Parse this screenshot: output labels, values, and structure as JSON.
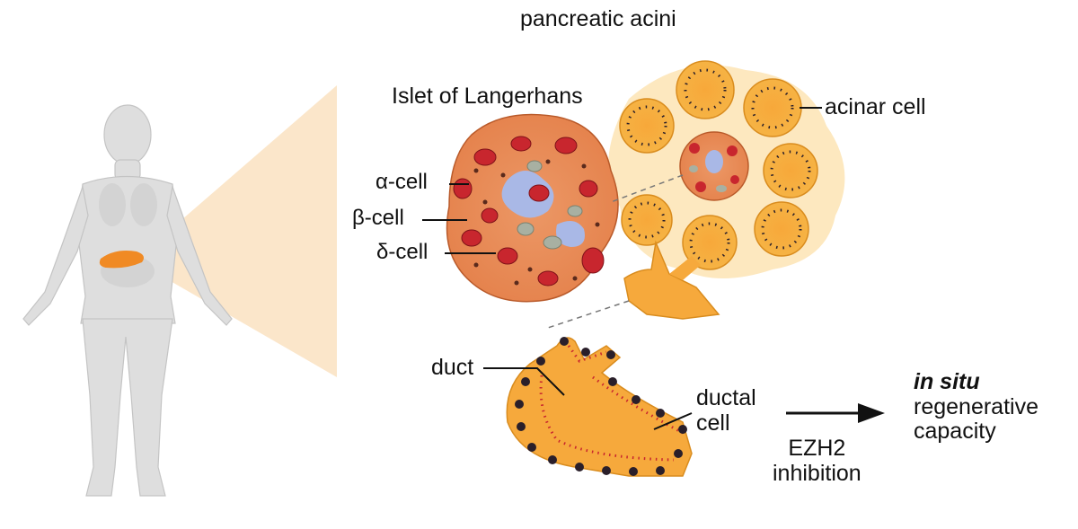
{
  "labels": {
    "pancreatic_acini": "pancreatic acini",
    "islet_of_langerhans": "Islet of Langerhans",
    "acinar_cell": "acinar cell",
    "alpha_cell": "α-cell",
    "beta_cell": "β-cell",
    "delta_cell": "δ-cell",
    "duct": "duct",
    "ductal_cell_line1": "ductal",
    "ductal_cell_line2": "cell",
    "ezh2_line1": "EZH2",
    "ezh2_line2": "inhibition",
    "outcome_line1": "in situ",
    "outcome_line2": "regenerative",
    "outcome_line3": "capacity"
  },
  "colors": {
    "body_gray": "#dcdcdc",
    "pancreas_orange": "#f08a24",
    "zoom_cone": "#fbe3c4",
    "acini_background": "#fde8bf",
    "acinar_orange": "#f6b23c",
    "islet_orange": "#ea8a4e",
    "alpha_red": "#c8262e",
    "beta_cell": "#e9a070",
    "delta_gray": "#a8b0a2",
    "islet_capillary": "#a9b8e6",
    "duct_orange": "#f6a93c",
    "nucleus_dark": "#2a1f2a"
  }
}
